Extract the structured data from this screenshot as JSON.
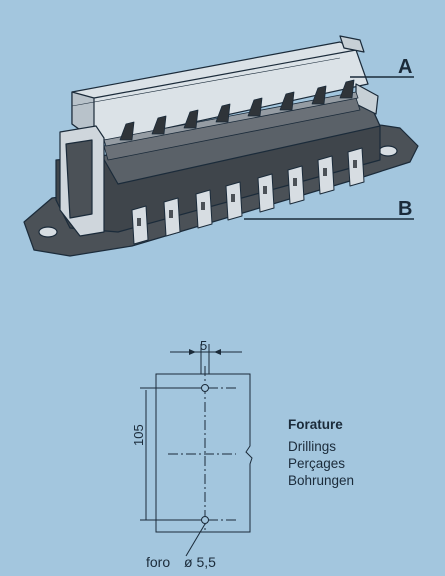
{
  "labels": {
    "a": "A",
    "b": "B"
  },
  "drilling": {
    "title": "Forature",
    "lines": [
      "Drillings",
      "Perçages",
      "Bohrungen"
    ],
    "width": "5",
    "height": "105",
    "hole_label": "foro",
    "hole_diameter": "ø 5,5"
  },
  "colors": {
    "background": "#a3c6de",
    "line": "#1b2b3a",
    "body": "#4b5157",
    "cover": "#d7dde2"
  }
}
